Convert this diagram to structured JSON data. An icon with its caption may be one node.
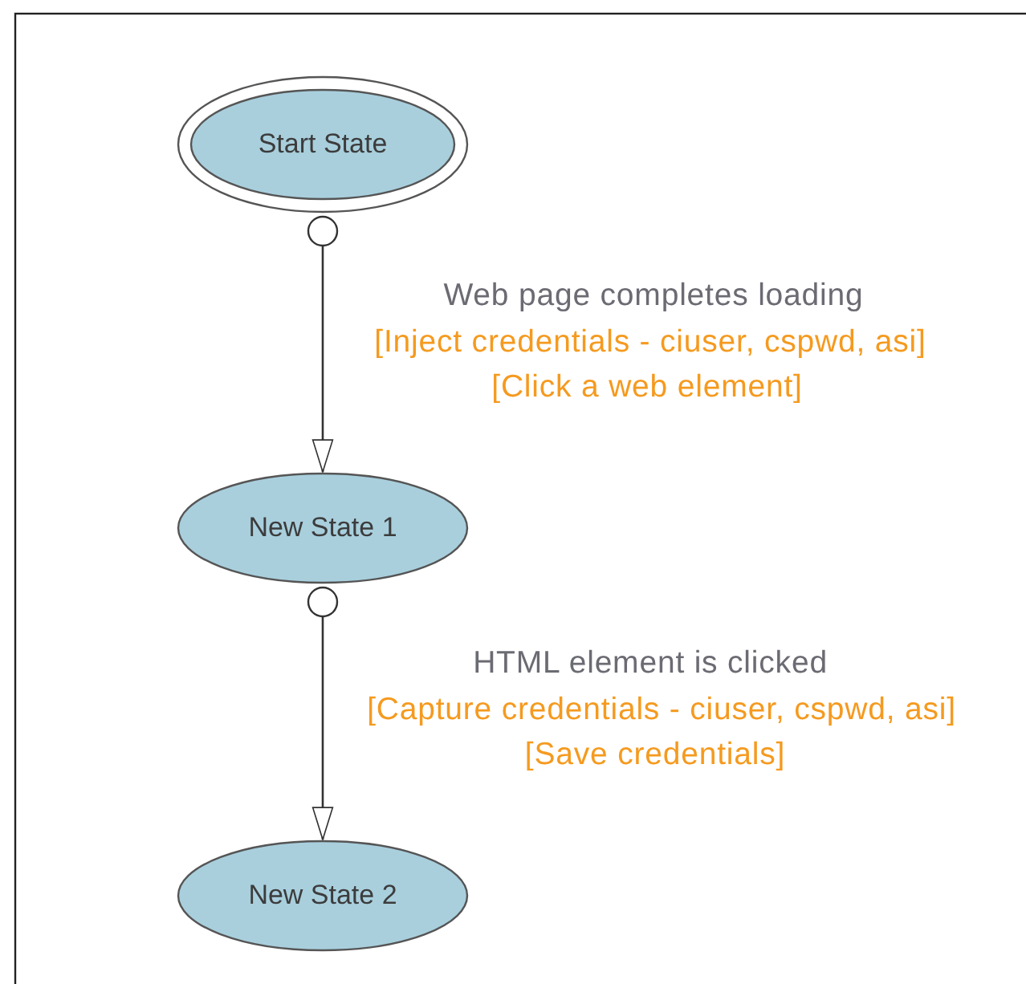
{
  "diagram": {
    "nodes": [
      {
        "text": [
          "Start State"
        ]
      },
      {
        "text": [
          "New State 1"
        ]
      },
      {
        "text": [
          "New State 2"
        ]
      }
    ],
    "edges": [
      {
        "from": 0,
        "to": 1,
        "arrow": "to",
        "label": "Web page completes loading"
      },
      {
        "from": 1,
        "to": 2,
        "arrow": "to",
        "label": "HTML element is clicked"
      }
    ],
    "labels": [
      "[Inject credentials - ciuser, cspwd, asi]",
      "[Click a web element]",
      "[Capture credentials - ciuser, cspwd, asi]",
      "[Save credentials]"
    ]
  }
}
